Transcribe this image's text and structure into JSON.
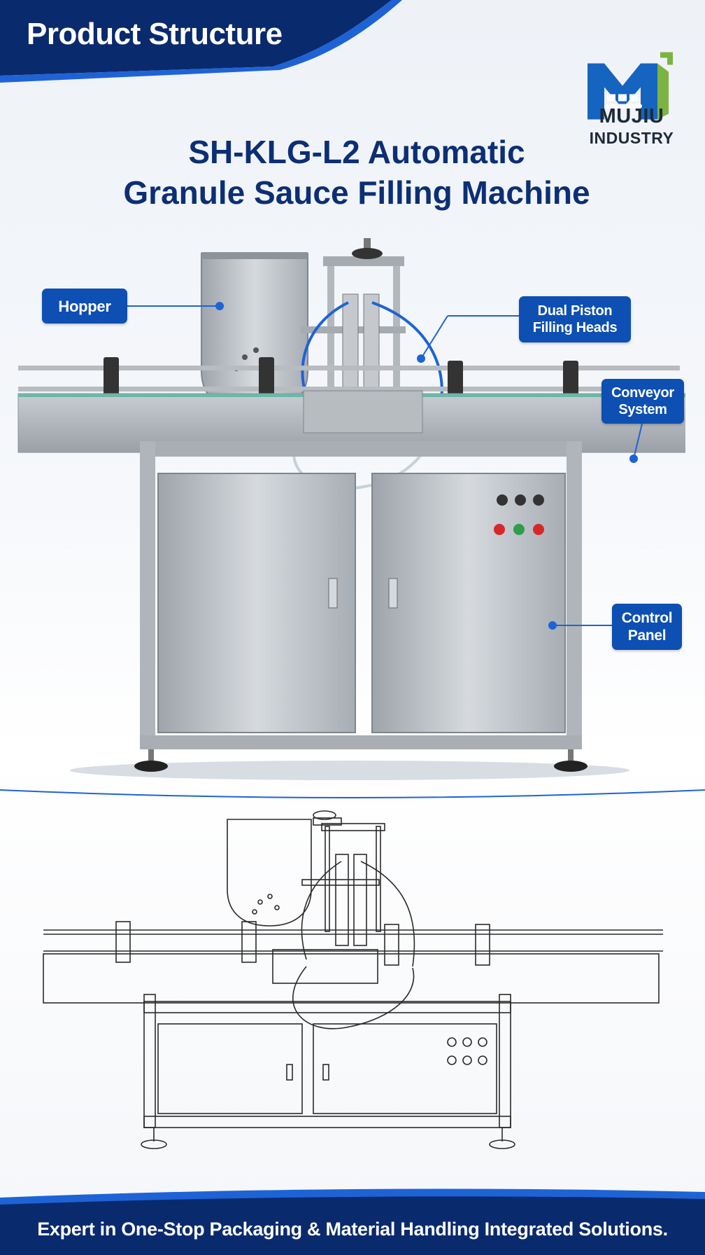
{
  "header": {
    "title": "Product Structure"
  },
  "logo": {
    "brand_line1": "MUJIU",
    "brand_line2": "INDUSTRY"
  },
  "product": {
    "title_line1": "SH-KLG-L2 Automatic",
    "title_line2": "Granule Sauce Filling Machine"
  },
  "callouts": {
    "hopper": "Hopper",
    "dual_piston_line1": "Dual Piston",
    "dual_piston_line2": "Filling Heads",
    "conveyor_line1": "Conveyor",
    "conveyor_line2": "System",
    "control_line1": "Control",
    "control_line2": "Panel"
  },
  "footer": {
    "tagline": "Expert in One-Stop Packaging & Material Handling Integrated Solutions."
  },
  "colors": {
    "brand_navy": "#0a2a6e",
    "callout_blue": "#0d4fb3",
    "accent_blue": "#1e63d6",
    "steel": "#b9bec4",
    "logo_green": "#7cb342"
  },
  "icons": [
    "mujiu-logo-icon",
    "button-red-icon",
    "button-green-icon",
    "knob-icon"
  ]
}
